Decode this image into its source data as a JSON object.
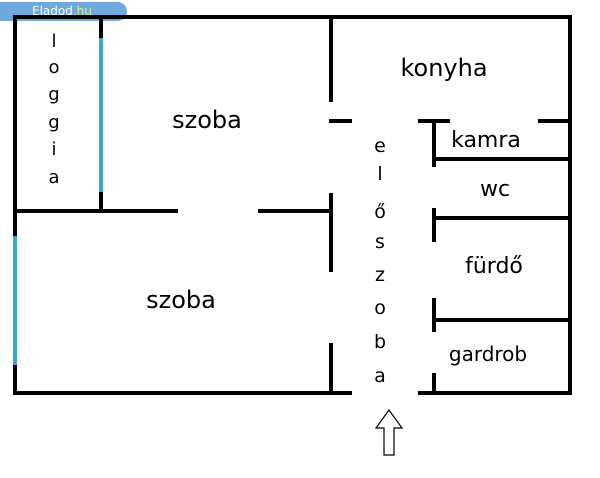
{
  "brand": {
    "name": "Eladod",
    "tld": ".hu"
  },
  "rooms": {
    "loggia": [
      "l",
      "o",
      "g",
      "g",
      "i",
      "a"
    ],
    "szoba_top": "szoba",
    "konyha": "konyha",
    "kamra": "kamra",
    "wc": "wc",
    "eloszoba": [
      "e",
      "l",
      "ő",
      "s",
      "z",
      "o",
      "b",
      "a"
    ],
    "furdo": "fürdő",
    "szoba_bottom": "szoba",
    "gardrob": "gardrob"
  },
  "colors": {
    "wall": "#000000",
    "window": "#39a7c9",
    "badge": "#6fa8dc"
  },
  "entrance": "arrow-up-icon"
}
